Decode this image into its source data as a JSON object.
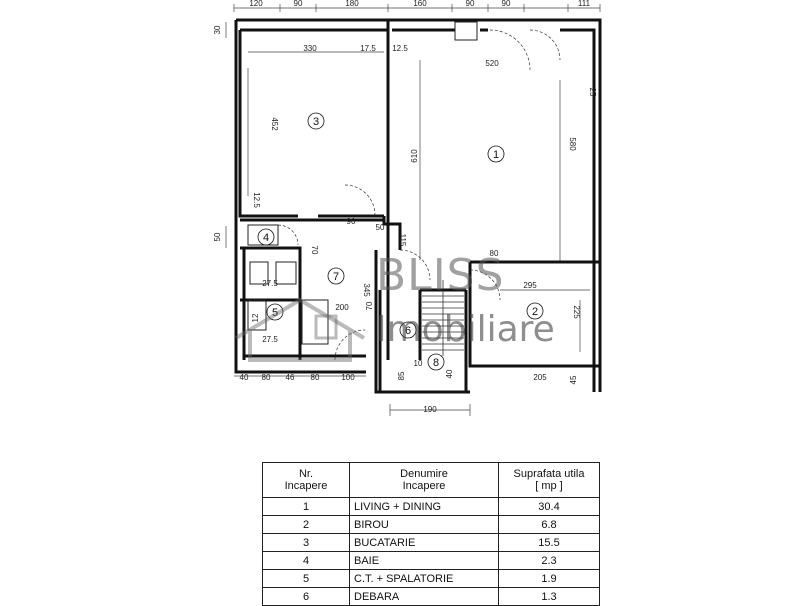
{
  "plan": {
    "top_dims": [
      "120",
      "90",
      "180",
      "160",
      "90",
      "90",
      "111"
    ],
    "left_dims": [
      "30",
      "50"
    ],
    "bottom_dims": [
      "40",
      "80",
      "46",
      "80",
      "100"
    ],
    "bottom_total": "190",
    "inner_dims": {
      "d330": "330",
      "d175a": "17.5",
      "d125a": "12.5",
      "d520": "520",
      "d452": "452",
      "d610": "610",
      "d580": "580",
      "d25": "25",
      "d125b": "12.5",
      "d90": "90",
      "d50": "50",
      "d70a": "70",
      "d115": "115",
      "d80": "80",
      "d295": "295",
      "d345": "345",
      "d70b": "70",
      "d225": "225",
      "d205": "205",
      "d275a": "27.5",
      "d275b": "27.5",
      "d200": "200",
      "d10": "10",
      "d85": "85",
      "d40": "40",
      "d45": "45",
      "d12": "12"
    },
    "rooms": [
      "1",
      "2",
      "3",
      "4",
      "5",
      "6",
      "7",
      "8"
    ]
  },
  "watermark": {
    "line1": "BLISS",
    "line2": "Imobiliare"
  },
  "table": {
    "headers": {
      "nr": [
        "Nr.",
        "Incapere"
      ],
      "name": [
        "Denumire",
        "Incapere"
      ],
      "area": [
        "Suprafata utila",
        "[ mp ]"
      ]
    },
    "rows": [
      {
        "nr": "1",
        "name": "LIVING + DINING",
        "area": "30.4"
      },
      {
        "nr": "2",
        "name": "BIROU",
        "area": "6.8"
      },
      {
        "nr": "3",
        "name": "BUCATARIE",
        "area": "15.5"
      },
      {
        "nr": "4",
        "name": "BAIE",
        "area": "2.3"
      },
      {
        "nr": "5",
        "name": "C.T. + SPALATORIE",
        "area": "1.9"
      },
      {
        "nr": "6",
        "name": "DEBARA",
        "area": "1.3"
      }
    ]
  }
}
